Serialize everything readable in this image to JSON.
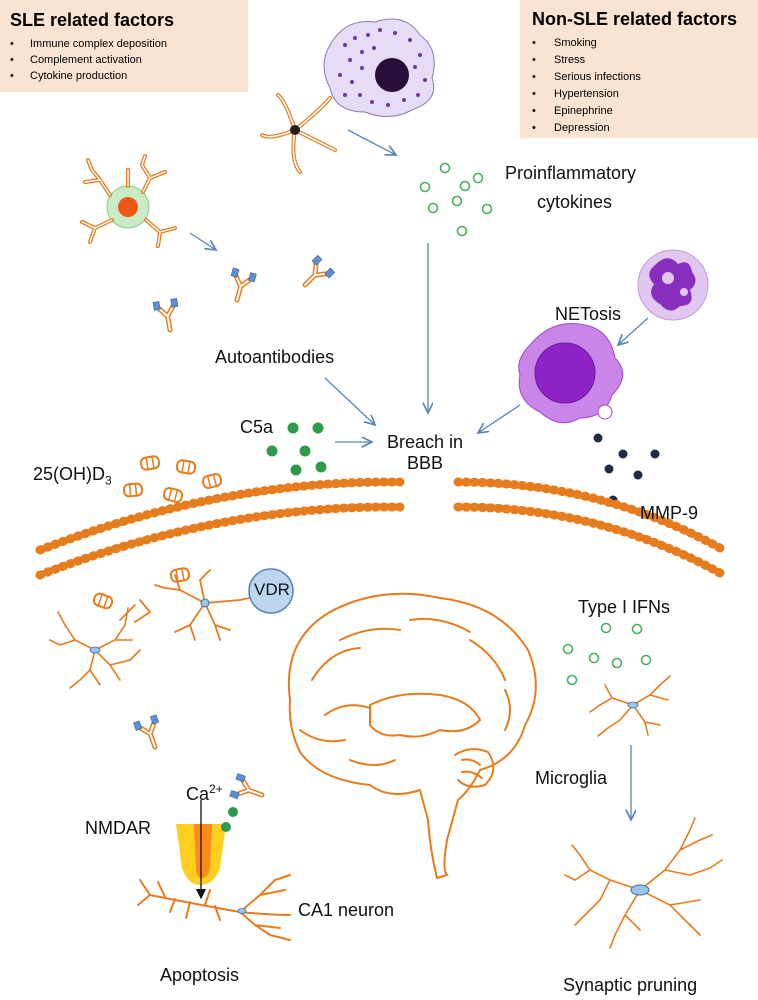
{
  "panels": {
    "sle": {
      "title": "SLE related factors",
      "items": [
        "Immune complex deposition",
        "Complement activation",
        "Cytokine production"
      ]
    },
    "non_sle": {
      "title": "Non-SLE related factors",
      "items": [
        "Smoking",
        "Stress",
        "Serious infections",
        "Hypertension",
        "Epinephrine",
        "Depression"
      ]
    }
  },
  "labels": {
    "proinflammatory_1": "Proinflammatory",
    "proinflammatory_2": "cytokines",
    "netosis": "NETosis",
    "autoantibodies": "Autoantibodies",
    "c5a": "C5a",
    "breach_1": "Breach in",
    "breach_2": "BBB",
    "vitd_base": "25(OH)D",
    "vitd_sub": "3",
    "mmp9": "MMP-9",
    "vdr": "VDR",
    "type1_ifns": "Type I IFNs",
    "microglia": "Microglia",
    "ca_base": "Ca",
    "ca_sup": "2+",
    "nmdar": "NMDAR",
    "ca1_neuron": "CA1 neuron",
    "apoptosis": "Apoptosis",
    "synaptic_pruning": "Synaptic pruning"
  },
  "colors": {
    "panel_bg": "#fbe3d2",
    "orange": "#e77c1e",
    "arrow": "#5b83b8",
    "c5a_green": "#2e9a4a",
    "cytokine_green": "#46b25c",
    "mmp9_navy": "#1d2c44",
    "vdr_fill": "#bcd6ef",
    "macrophage_purple": "#8e24c8"
  }
}
